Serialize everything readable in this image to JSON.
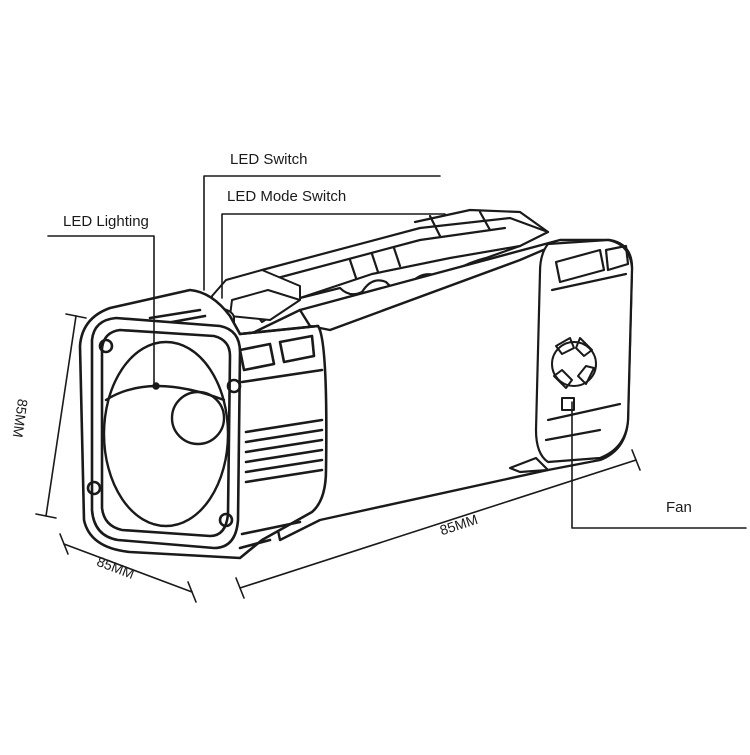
{
  "callouts": {
    "led_switch": "LED Switch",
    "led_mode_switch": "LED Mode Switch",
    "led_lighting": "LED Lighting",
    "fan": "Fan"
  },
  "dimensions": {
    "height": "85MM",
    "width": "85MM",
    "length": "85MM"
  },
  "colors": {
    "line": "#1a1a1a",
    "fill": "#ffffff"
  }
}
